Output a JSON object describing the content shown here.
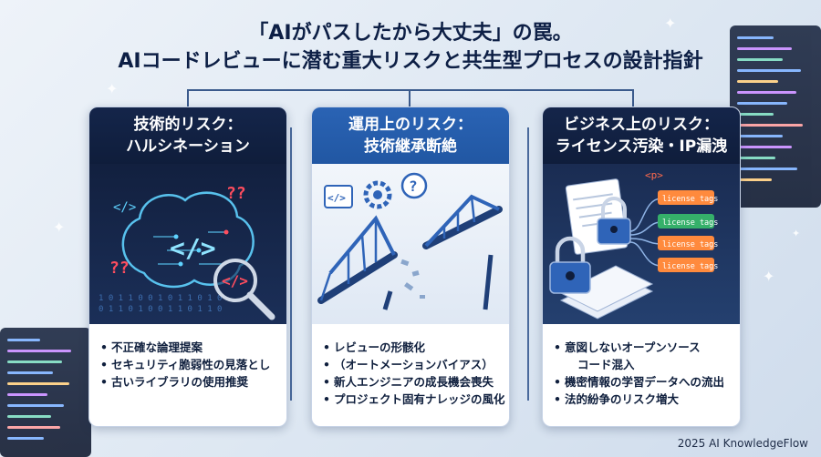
{
  "title": {
    "line1": "「AIがパスしたから大丈夫」の罠。",
    "line2": "AIコードレビューに潜む重大リスクと共生型プロセスの設計指針"
  },
  "cards": [
    {
      "head_line1": "技術的リスク：",
      "head_line2": "ハルシネーション",
      "visual_code_tag": "</>",
      "visual_qmarks": "??",
      "bullets": [
        "不正確な論理提案",
        "セキュリティ脆弱性の見落とし",
        "古いライブラリの使用推奨"
      ]
    },
    {
      "head_line1": "運用上のリスク：",
      "head_line2": "技術継承断絶",
      "bullets": [
        "レビューの形骸化",
        "（オートメーションバイアス）",
        "新人エンジニアの成長機会喪失",
        "プロジェクト固有ナレッジの風化"
      ]
    },
    {
      "head_line1": "ビジネス上のリスク：",
      "head_line2": "ライセンス汚染・IP漏洩",
      "visual_tag": "<p>",
      "license_tags": [
        "license tags",
        "license tags",
        "license tags",
        "license tags"
      ],
      "bullets": [
        "意図しないオープンソース",
        "コード混入",
        "機密情報の学習データへの流出",
        "法的紛争のリスク増大"
      ]
    }
  ],
  "colors": {
    "navy": "#0f1d3b",
    "blue": "#2157a3",
    "neon_blue": "#5fd3ff",
    "neon_red": "#ff4d5e",
    "lock_blue": "#2f64b8"
  },
  "footer": "2025 AI KnowledgeFlow"
}
